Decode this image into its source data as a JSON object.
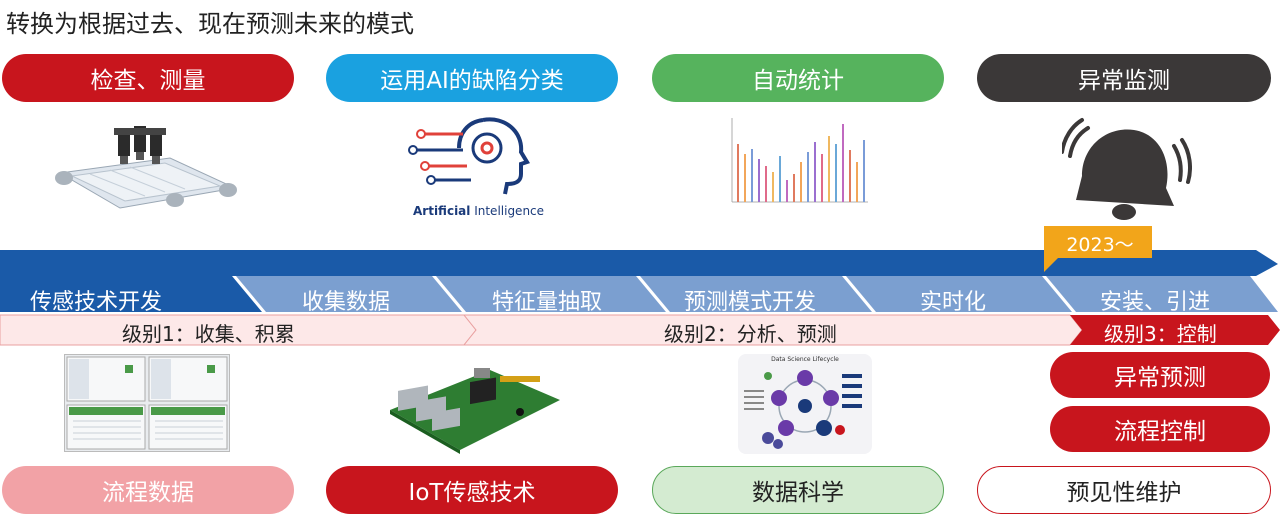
{
  "title": "转换为根据过去、现在预测未来的模式",
  "top_pills": [
    {
      "label": "检查、测量",
      "color": "#c8151d"
    },
    {
      "label": "运用AI的缺陷分类",
      "color": "#1aa1e0"
    },
    {
      "label": "自动统计",
      "color": "#56b35d"
    },
    {
      "label": "异常监测",
      "color": "#3b3838"
    }
  ],
  "images": {
    "conveyor": "conveyor-machine-image",
    "ai_logo_bold": "Artificial",
    "ai_logo_light": " Intelligence",
    "bar_chart": "bar-chart-image",
    "bell": "bell-icon",
    "screens": "monitoring-screens-image",
    "board": "raspberry-pi-board-image",
    "lifecycle_title": "Data Science Lifecycle"
  },
  "year_tag": "2023～",
  "steps": [
    "传感技术开发",
    "收集数据",
    "特征量抽取",
    "预测模式开发",
    "实时化",
    "安装、引进"
  ],
  "levels": [
    {
      "label": "级别1：收集、积累"
    },
    {
      "label": "级别2：分析、预测"
    },
    {
      "label": "级别3：控制"
    }
  ],
  "level3_pills": [
    "异常预测",
    "流程控制"
  ],
  "bottom_pills": [
    {
      "label": "流程数据"
    },
    {
      "label": "IoT传感技术"
    },
    {
      "label": "数据科学"
    },
    {
      "label": "预见性维护"
    }
  ],
  "colors": {
    "red": "#c8151d",
    "blue_bar": "#1a5aa8",
    "step_arrow": "#7b9fd0",
    "level_band": "#fde8e8"
  }
}
